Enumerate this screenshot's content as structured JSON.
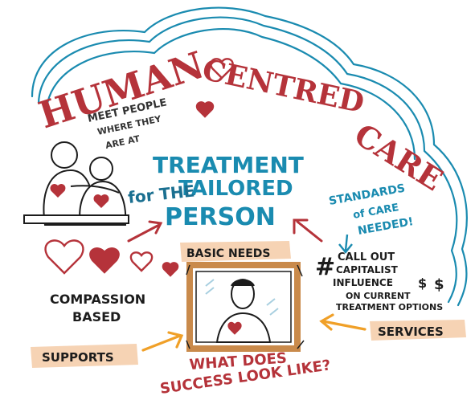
{
  "title": "HUMAN CENTRED CARE",
  "title_parts": {
    "human": "HUMAN",
    "centred": "CENTRED",
    "care": "CARE"
  },
  "meet_people": [
    "MEET PEOPLE",
    "WHERE THEY",
    "ARE AT"
  ],
  "treatment": [
    "TREATMENT",
    "TAILORED",
    "for THE",
    "PERSON"
  ],
  "standards": [
    "STANDARDS",
    "of CARE",
    "NEEDED!"
  ],
  "call_out": [
    "CALL OUT",
    "CAPITALIST",
    "INFLUENCE",
    "ON CURRENT",
    "TREATMENT OPTIONS"
  ],
  "dollar_signs": [
    "#",
    "$",
    "$"
  ],
  "compassion": [
    "COMPASSION",
    "BASED"
  ],
  "basic_needs": "BASIC NEEDS",
  "supports": "SUPPORTS",
  "services": "SERVICES",
  "what_does": [
    "WHAT DOES",
    "SUCCESS LOOK LIKE?"
  ],
  "colors": {
    "red": "#b5333a",
    "blue": "#1a8bb0",
    "black": "#1c1c1c",
    "tan": "#f6d3b4",
    "frame": "#c98a4b",
    "sky": "#a8cfe0"
  }
}
